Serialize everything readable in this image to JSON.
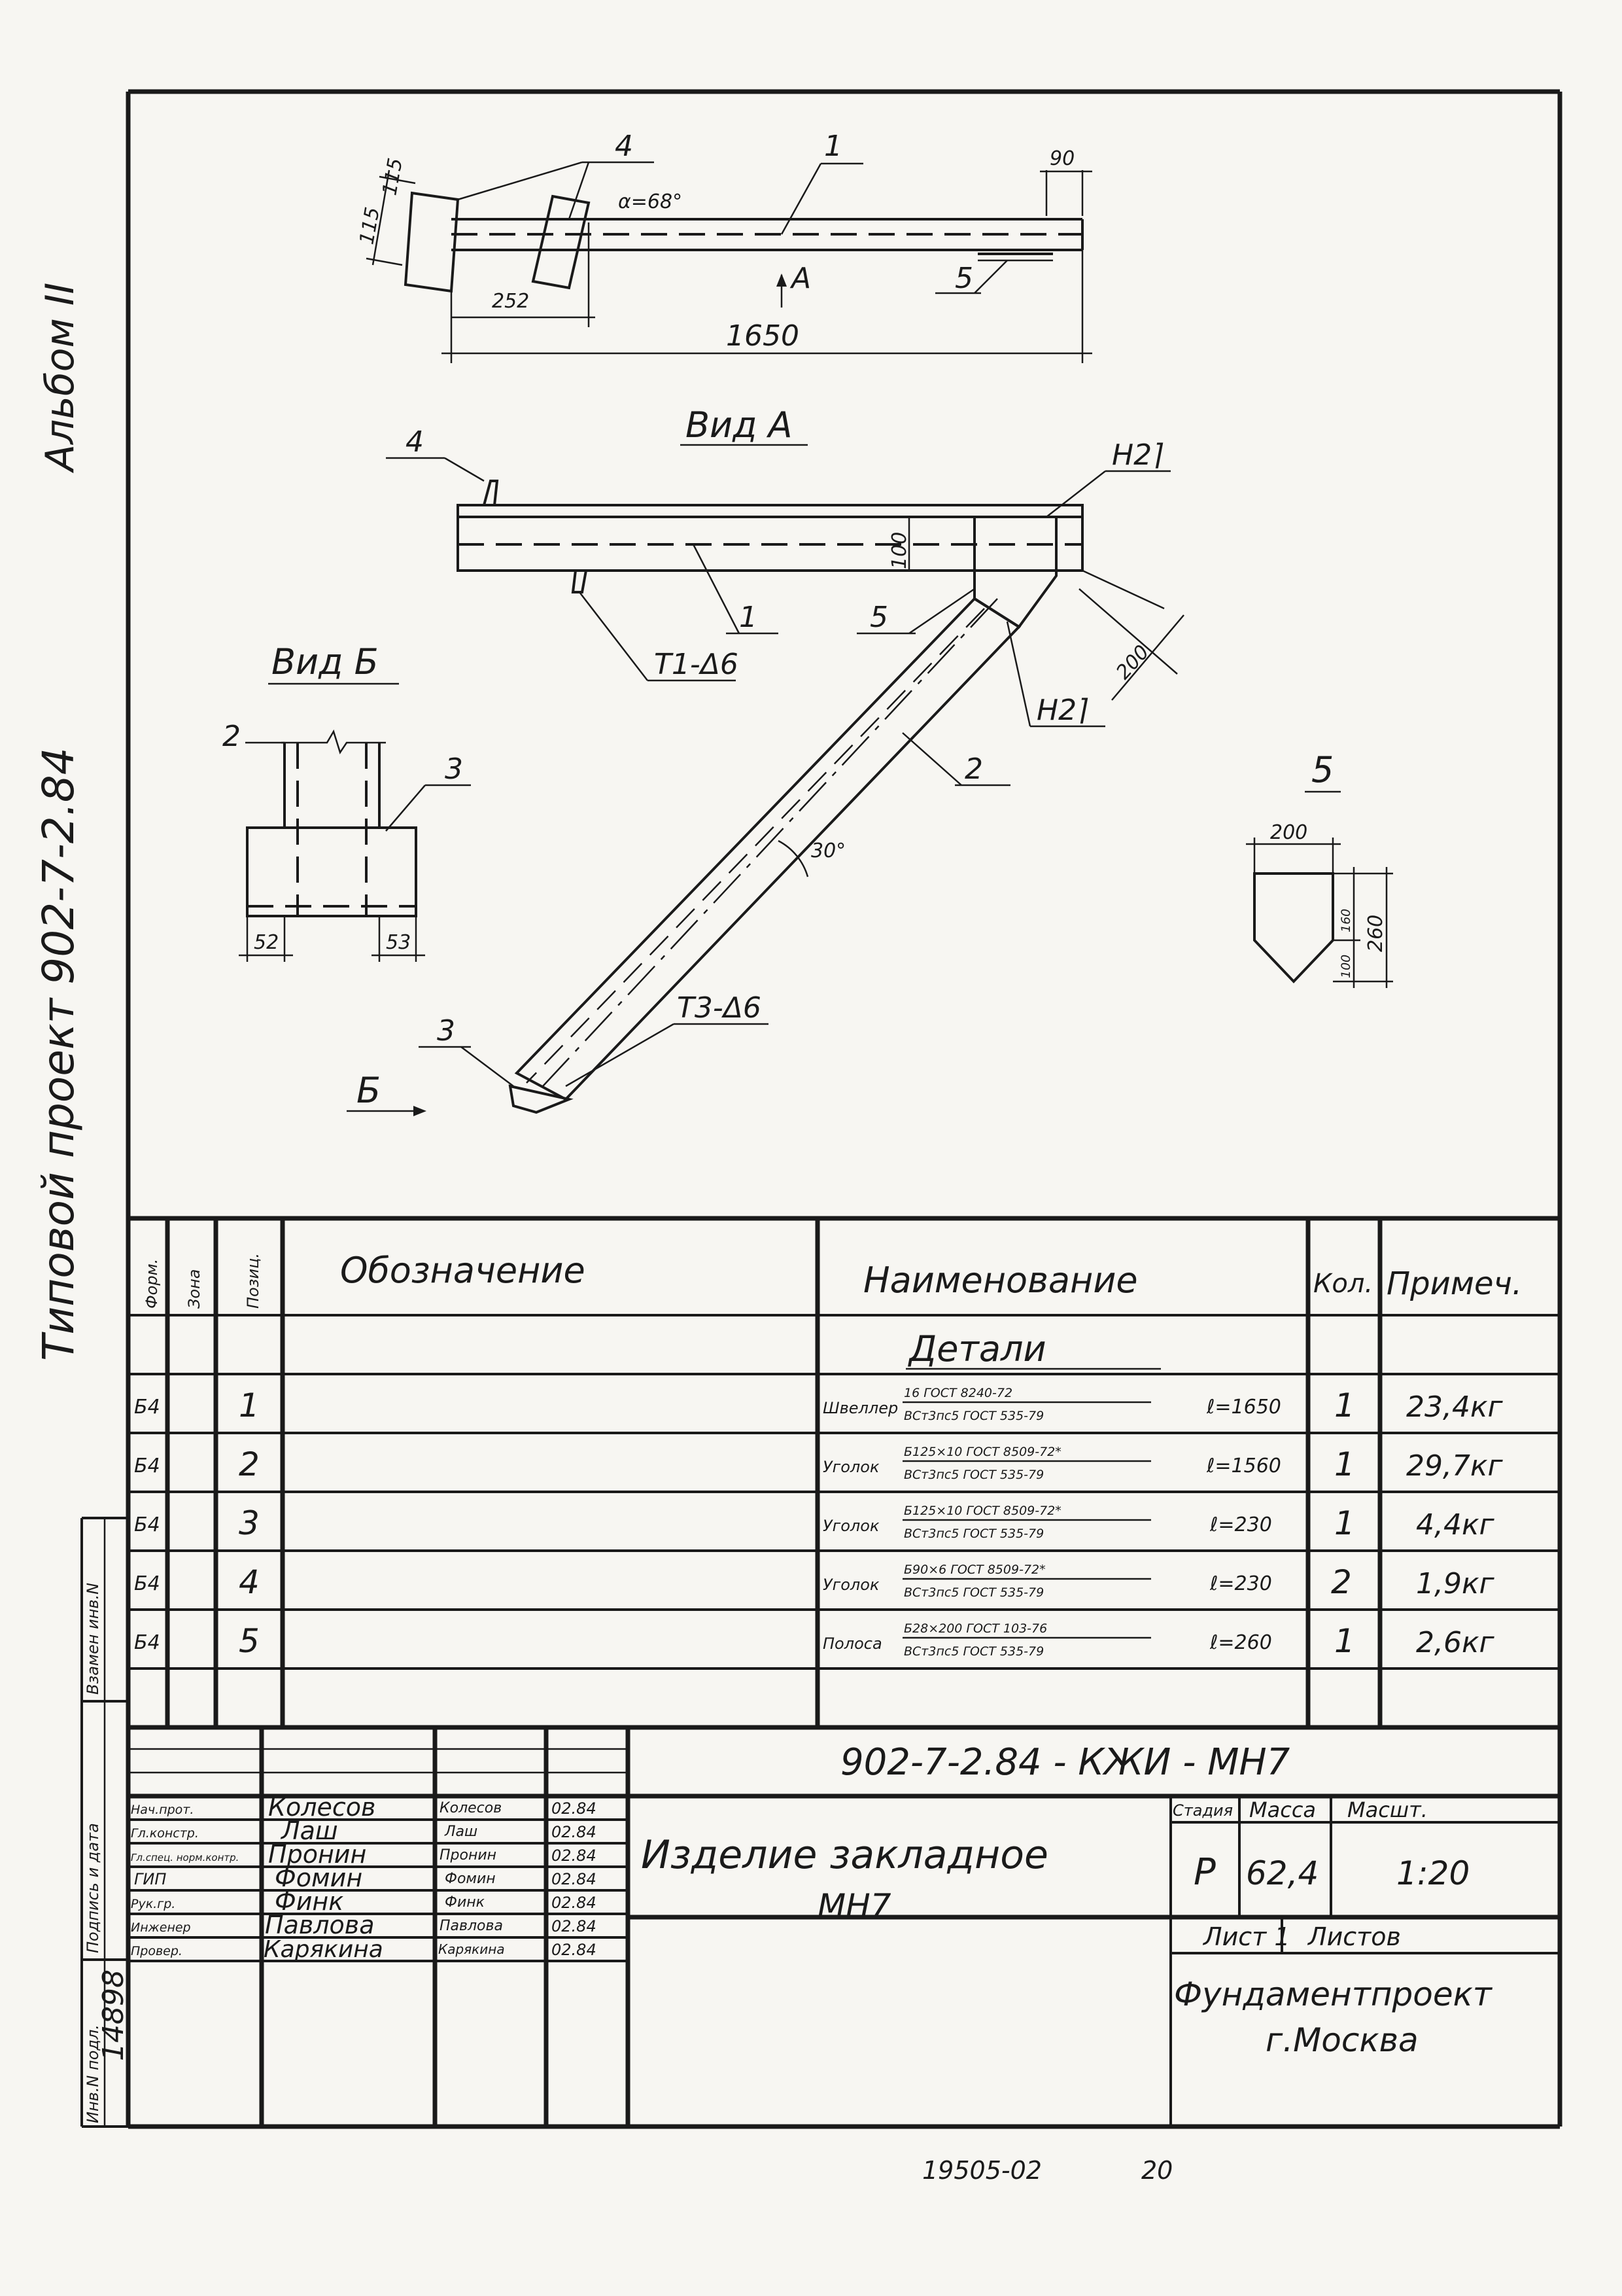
{
  "side": {
    "title_left": "Типовой  проект  902-7-2.84",
    "title_right": "Альбом II",
    "stamp_labels": [
      "Инв.N подл.",
      "Подпись и дата",
      "Взамен инв.N"
    ],
    "inv_no": "14898"
  },
  "drawing": {
    "top_view": {
      "dims": {
        "d115a": "115",
        "d115b": "115",
        "d252": "252",
        "d1650": "1650",
        "d90": "90"
      },
      "angle": "α=68°",
      "arrow_label": "A",
      "pos": {
        "p4": "4",
        "p1": "1",
        "p5": "5"
      }
    },
    "view_a": {
      "title": "Вид А",
      "pos": {
        "p4": "4",
        "p1": "1",
        "p5": "5",
        "p2": "2"
      },
      "welds": {
        "w1": "Н2⌉",
        "w2": "Н2⌉",
        "t1": "Т1-Δ6",
        "t3": "Т3-Δ6"
      },
      "dims": {
        "d100": "100",
        "d200": "200"
      },
      "angle": "30°",
      "pos3": "3",
      "arrow_b": "Б"
    },
    "view_b": {
      "title": "Вид Б",
      "pos": {
        "p2": "2",
        "p3": "3"
      },
      "dims": {
        "d52": "52",
        "d53": "53"
      }
    },
    "detail5": {
      "label": "5",
      "dims": {
        "d200": "200",
        "d160": "160",
        "d100": "100",
        "d260": "260"
      }
    }
  },
  "spec": {
    "head": {
      "format": "Форм.",
      "zone": "Зона",
      "pos": "Позиц.",
      "designation": "Обозначение",
      "name": "Наименование",
      "qty": "Кол.",
      "note": "Примеч."
    },
    "section": "Детали",
    "rows": [
      {
        "fmt": "Б4",
        "pos": "1",
        "kind": "Швеллер",
        "top": "16 ГОСТ 8240-72",
        "bottom": "ВСт3пс5 ГОСТ 535-79",
        "len": "ℓ=1650",
        "qty": "1",
        "note": "23,4кг"
      },
      {
        "fmt": "Б4",
        "pos": "2",
        "kind": "Уголок",
        "top": "Б125×10 ГОСТ 8509-72*",
        "bottom": "ВСт3пс5 ГОСТ 535-79",
        "len": "ℓ=1560",
        "qty": "1",
        "note": "29,7кг"
      },
      {
        "fmt": "Б4",
        "pos": "3",
        "kind": "Уголок",
        "top": "Б125×10 ГОСТ 8509-72*",
        "bottom": "ВСт3пс5 ГОСТ 535-79",
        "len": "ℓ=230",
        "qty": "1",
        "note": "4,4кг"
      },
      {
        "fmt": "Б4",
        "pos": "4",
        "kind": "Уголок",
        "top": "Б90×6 ГОСТ 8509-72*",
        "bottom": "ВСт3пс5 ГОСТ 535-79",
        "len": "ℓ=230",
        "qty": "2",
        "note": "1,9кг"
      },
      {
        "fmt": "Б4",
        "pos": "5",
        "kind": "Полоса",
        "top": "Б28×200 ГОСТ 103-76",
        "bottom": "ВСт3пс5 ГОСТ 535-79",
        "len": "ℓ=260",
        "qty": "1",
        "note": "2,6кг"
      }
    ]
  },
  "title_block": {
    "doc_code": "902-7-2.84 - КЖИ - МН7",
    "name_line1": "Изделие  закладное",
    "name_line2": "МН7",
    "stage_label": "Стадия",
    "mass_label": "Масса",
    "scale_label": "Масшт.",
    "stage": "Р",
    "mass": "62,4",
    "scale": "1:20",
    "sheet": "Лист 1",
    "sheets": "Листов",
    "org_line1": "Фундаментпроект",
    "org_line2": "г.Москва",
    "staff": [
      {
        "role": "Нач.прот.",
        "name": "Колесов",
        "sign": "Колесов",
        "date": "02.84"
      },
      {
        "role": "Гл.констр.",
        "name": "Лаш",
        "sign": "Лаш",
        "date": "02.84"
      },
      {
        "role": "Гл.спец. норм.контр.",
        "name": "Пронин",
        "sign": "Пронин",
        "date": "02.84"
      },
      {
        "role": "ГИП",
        "name": "Фомин",
        "sign": "Фомин",
        "date": "02.84"
      },
      {
        "role": "Рук.гр.",
        "name": "Финк",
        "sign": "Финк",
        "date": "02.84"
      },
      {
        "role": "Инженер",
        "name": "Павлова",
        "sign": "Павлова",
        "date": "02.84"
      },
      {
        "role": "Провер.",
        "name": "Карякина",
        "sign": "Карякина",
        "date": "02.84"
      }
    ]
  },
  "footer": {
    "code": "19505-02",
    "page": "20"
  }
}
